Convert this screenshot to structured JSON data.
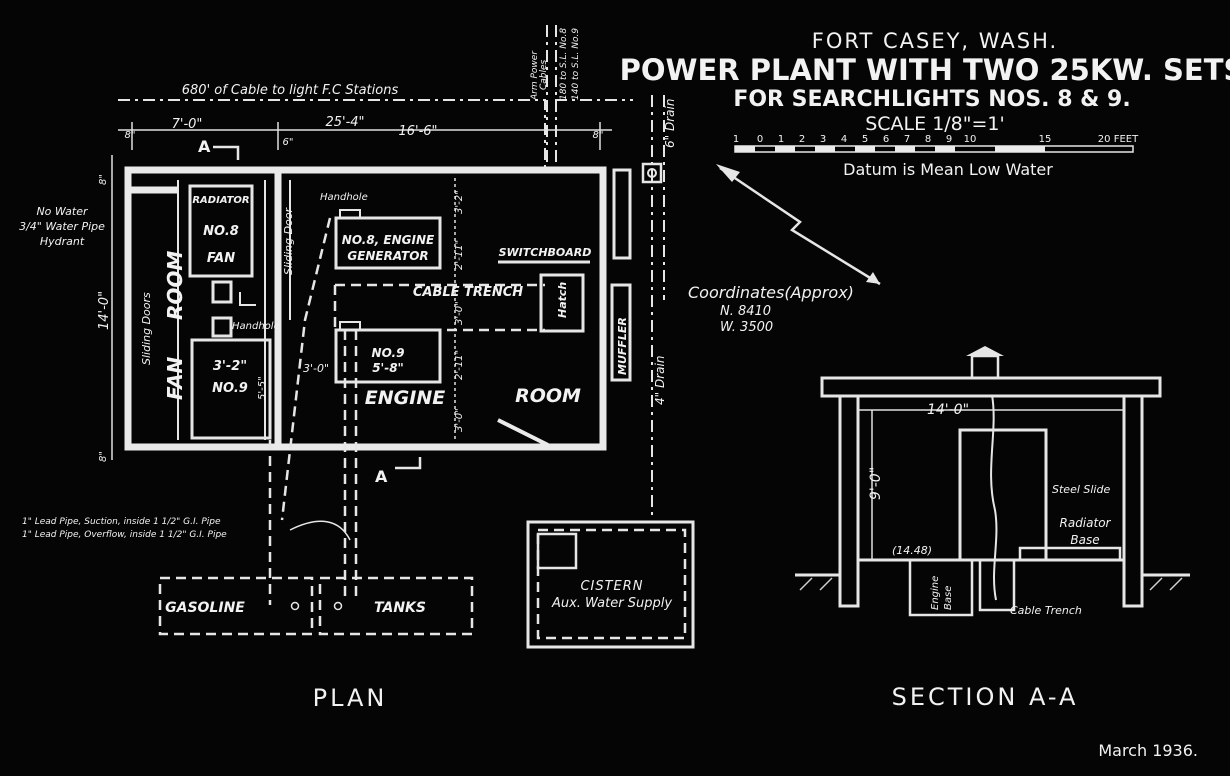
{
  "title": {
    "line1": "FORT CASEY, WASH.",
    "line2": "POWER PLANT WITH TWO 25KW. SETS",
    "line3": "FOR SEARCHLIGHTS NOS. 8 & 9.",
    "scale": "SCALE 1/8\"=1'",
    "datum": "Datum is Mean Low Water",
    "date": "March 1936."
  },
  "scale_bar": {
    "ticks": [
      "1",
      "0",
      "1",
      "2",
      "3",
      "4",
      "5",
      "6",
      "7",
      "8",
      "9",
      "10",
      "15",
      "20 FEET"
    ]
  },
  "coordinates": {
    "label": "Coordinates(Approx)",
    "north": "N. 8410",
    "west": "W. 3500"
  },
  "plan": {
    "caption": "PLAN",
    "cable_note": "680' of Cable to light F.C Stations",
    "arm_power": [
      "Arm Power",
      "Cables",
      "180 to S.L. No.8",
      "140 to S.L. No.9"
    ],
    "dims": {
      "d8a": "8\"",
      "d70": "7'-0\"",
      "d254": "25'-4\"",
      "d166": "16'-6\"",
      "d6": "6\"",
      "d8b": "8\"",
      "d140": "14'-0\"",
      "d8v1": "8\"",
      "d8v2": "8\"",
      "d32": "3'-2\"",
      "d211a": "2'-11\"",
      "d30a": "3'-0\"",
      "d211b": "2'-11\"",
      "d30b": "3'-0\"",
      "d30h": "3'-0\"",
      "d55": "5'-5\""
    },
    "section_a": "A",
    "rooms": {
      "fan_room_1": "FAN",
      "fan_room_2": "ROOM",
      "engine": "ENGINE",
      "room": "ROOM",
      "sliding_doors": "Sliding Doors",
      "sliding_door": "Sliding Door"
    },
    "radiator": [
      "RADIATOR",
      "NO.8",
      "FAN"
    ],
    "radiator9": [
      "3'-2\"",
      "NO.9"
    ],
    "engine8": [
      "NO.8, ENGINE",
      "GENERATOR"
    ],
    "engine9": [
      "NO.9",
      "5'-8\""
    ],
    "handhole1": "Handhole",
    "handhole2": "Handhole",
    "switchboard": "SWITCHBOARD",
    "cable_trench": "CABLE   TRENCH",
    "hatch": "Hatch",
    "muffler": "MUFFLER",
    "drain6": "6\" Drain",
    "drain4": "4\" Drain",
    "no_water": [
      "No Water",
      "3/4\" Water Pipe",
      "Hydrant"
    ],
    "pipes": [
      "1\" Lead Pipe, Suction, inside 1 1/2\" G.I. Pipe",
      "1\" Lead Pipe, Overflow, inside 1 1/2\" G.I. Pipe"
    ],
    "gasoline": "GASOLINE",
    "tanks": "TANKS",
    "cistern": [
      "CISTERN",
      "Aux. Water Supply"
    ]
  },
  "section": {
    "caption": "SECTION A-A",
    "width": "14'-0\"",
    "height": "9'-0\"",
    "steel_slide": "Steel Slide",
    "radiator_base": [
      "Radiator",
      "Base"
    ],
    "elevation": "(14.48)",
    "engine_base": [
      "Engine",
      "Base"
    ],
    "cable_trench": "Cable Trench"
  },
  "colors": {
    "background": "#050505",
    "ink": "#eaeaea"
  }
}
